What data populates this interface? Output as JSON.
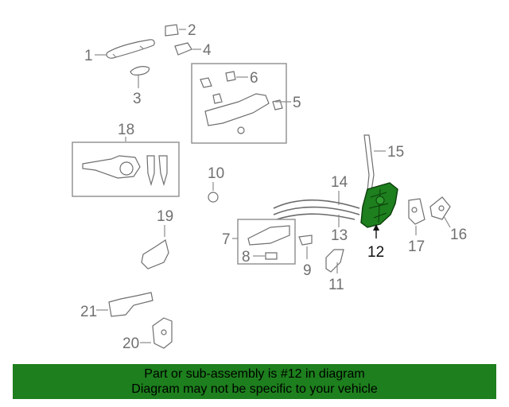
{
  "highlight_color": "#1d7f1d",
  "callouts": {
    "c1": "1",
    "c2": "2",
    "c3": "3",
    "c4": "4",
    "c5": "5",
    "c6": "6",
    "c7": "7",
    "c8": "8",
    "c9": "9",
    "c10": "10",
    "c11": "11",
    "c12": "12",
    "c13": "13",
    "c14": "14",
    "c15": "15",
    "c16": "16",
    "c17": "17",
    "c18": "18",
    "c19": "19",
    "c20": "20",
    "c21": "21"
  },
  "banner": {
    "line1": "Part or sub-assembly is #12 in diagram",
    "line2": "Diagram may not be specific to your vehicle"
  }
}
